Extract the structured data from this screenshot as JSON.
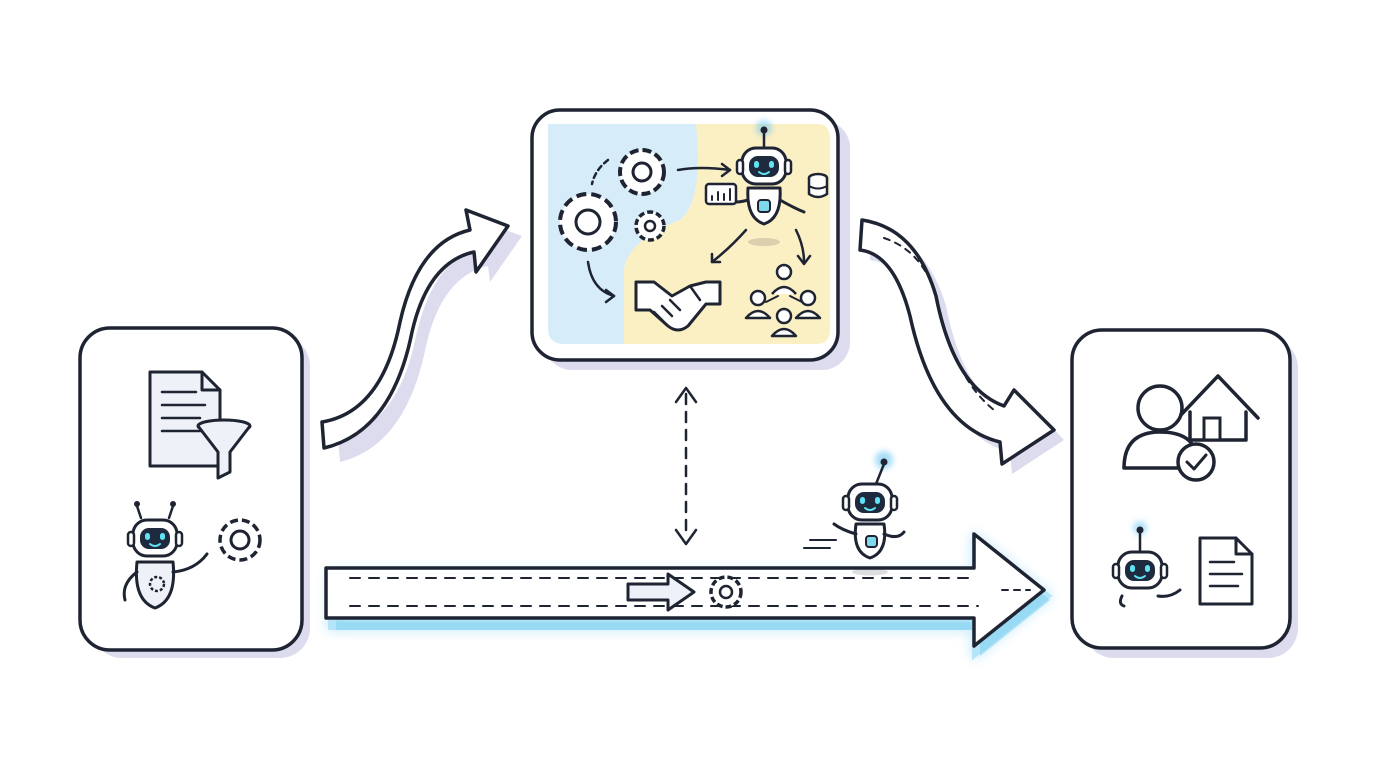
{
  "colors": {
    "ink": "#1f2433",
    "shadow": "#dcdcee",
    "blue_zone": "#d6ecf8",
    "yellow_zone": "#fbefc4",
    "glow": "#5fc4f2",
    "robot_face": "#1e2a3e",
    "robot_eye": "#5fe2f2",
    "robot_chest": "#7fd9ec",
    "icon_fill_light": "#eef2f8"
  },
  "panels": {
    "input": {
      "icons": [
        "document-icon",
        "funnel-icon",
        "robot-icon",
        "gear-icon"
      ]
    },
    "process": {
      "icons": [
        "gear-cluster-icon",
        "robot-analyst-icon",
        "chart-card-icon",
        "database-icon",
        "handshake-icon",
        "people-network-icon"
      ]
    },
    "output": {
      "icons": [
        "user-home-check-icon",
        "robot-icon",
        "document-icon"
      ]
    }
  },
  "connectors": [
    "curved-arrow-up",
    "curved-arrow-down",
    "dashed-double-arrow",
    "long-fast-track-arrow"
  ]
}
